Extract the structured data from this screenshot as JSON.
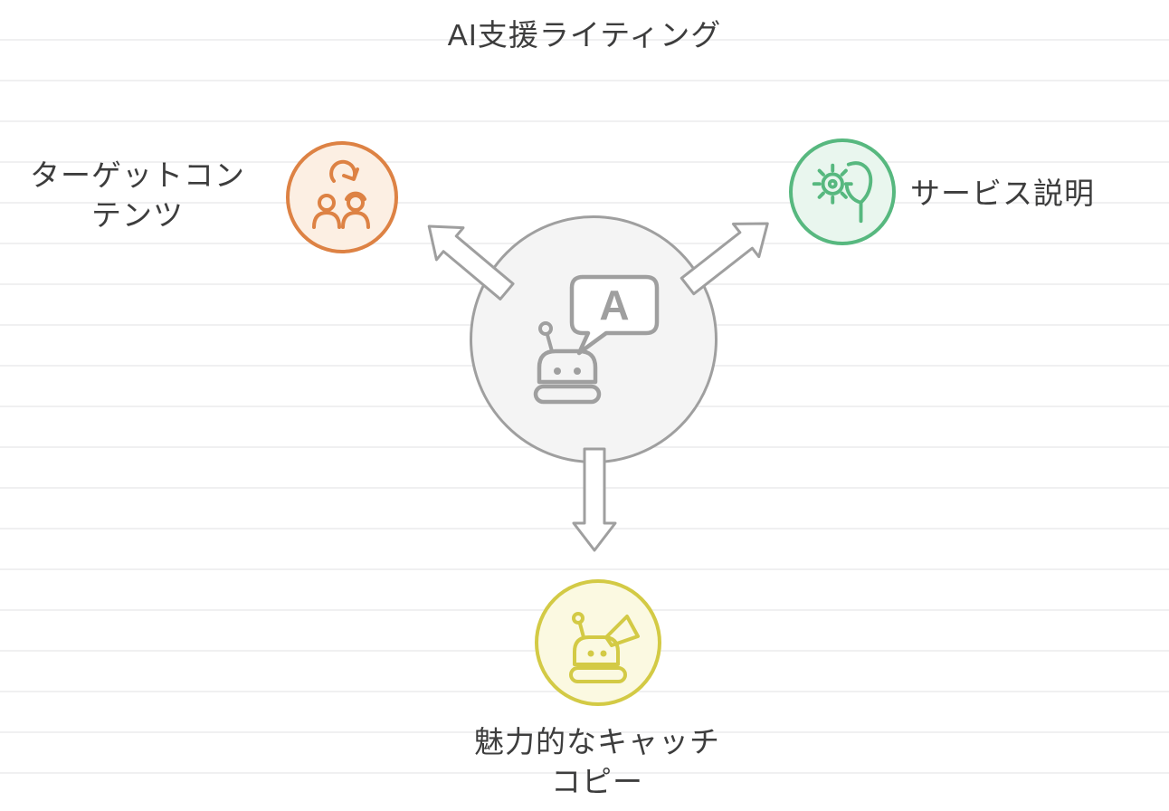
{
  "title": "AI支援ライティング",
  "center": {
    "icon": "robot-chat-icon",
    "bubble_letter": "A"
  },
  "nodes": {
    "top_left": {
      "icon": "audience-sync-icon",
      "label_lines": [
        "ターゲットコン",
        "テンツ"
      ]
    },
    "top_right": {
      "icon": "gear-hand-icon",
      "label": "サービス説明"
    },
    "bottom": {
      "icon": "robot-megaphone-icon",
      "label_lines": [
        "魅力的なキャッチ",
        "コピー"
      ]
    }
  },
  "colors": {
    "text": "#3d3d3d",
    "outline_gray": "#9f9f9f",
    "center_fill": "#f4f4f4",
    "orange": "#dd8244",
    "orange_fill": "#fcefe3",
    "green": "#57b87f",
    "green_fill": "#e9f6ee",
    "yellow": "#d3ca45",
    "yellow_fill": "#fbf9e1",
    "ruled_line": "#f0f0f1"
  }
}
